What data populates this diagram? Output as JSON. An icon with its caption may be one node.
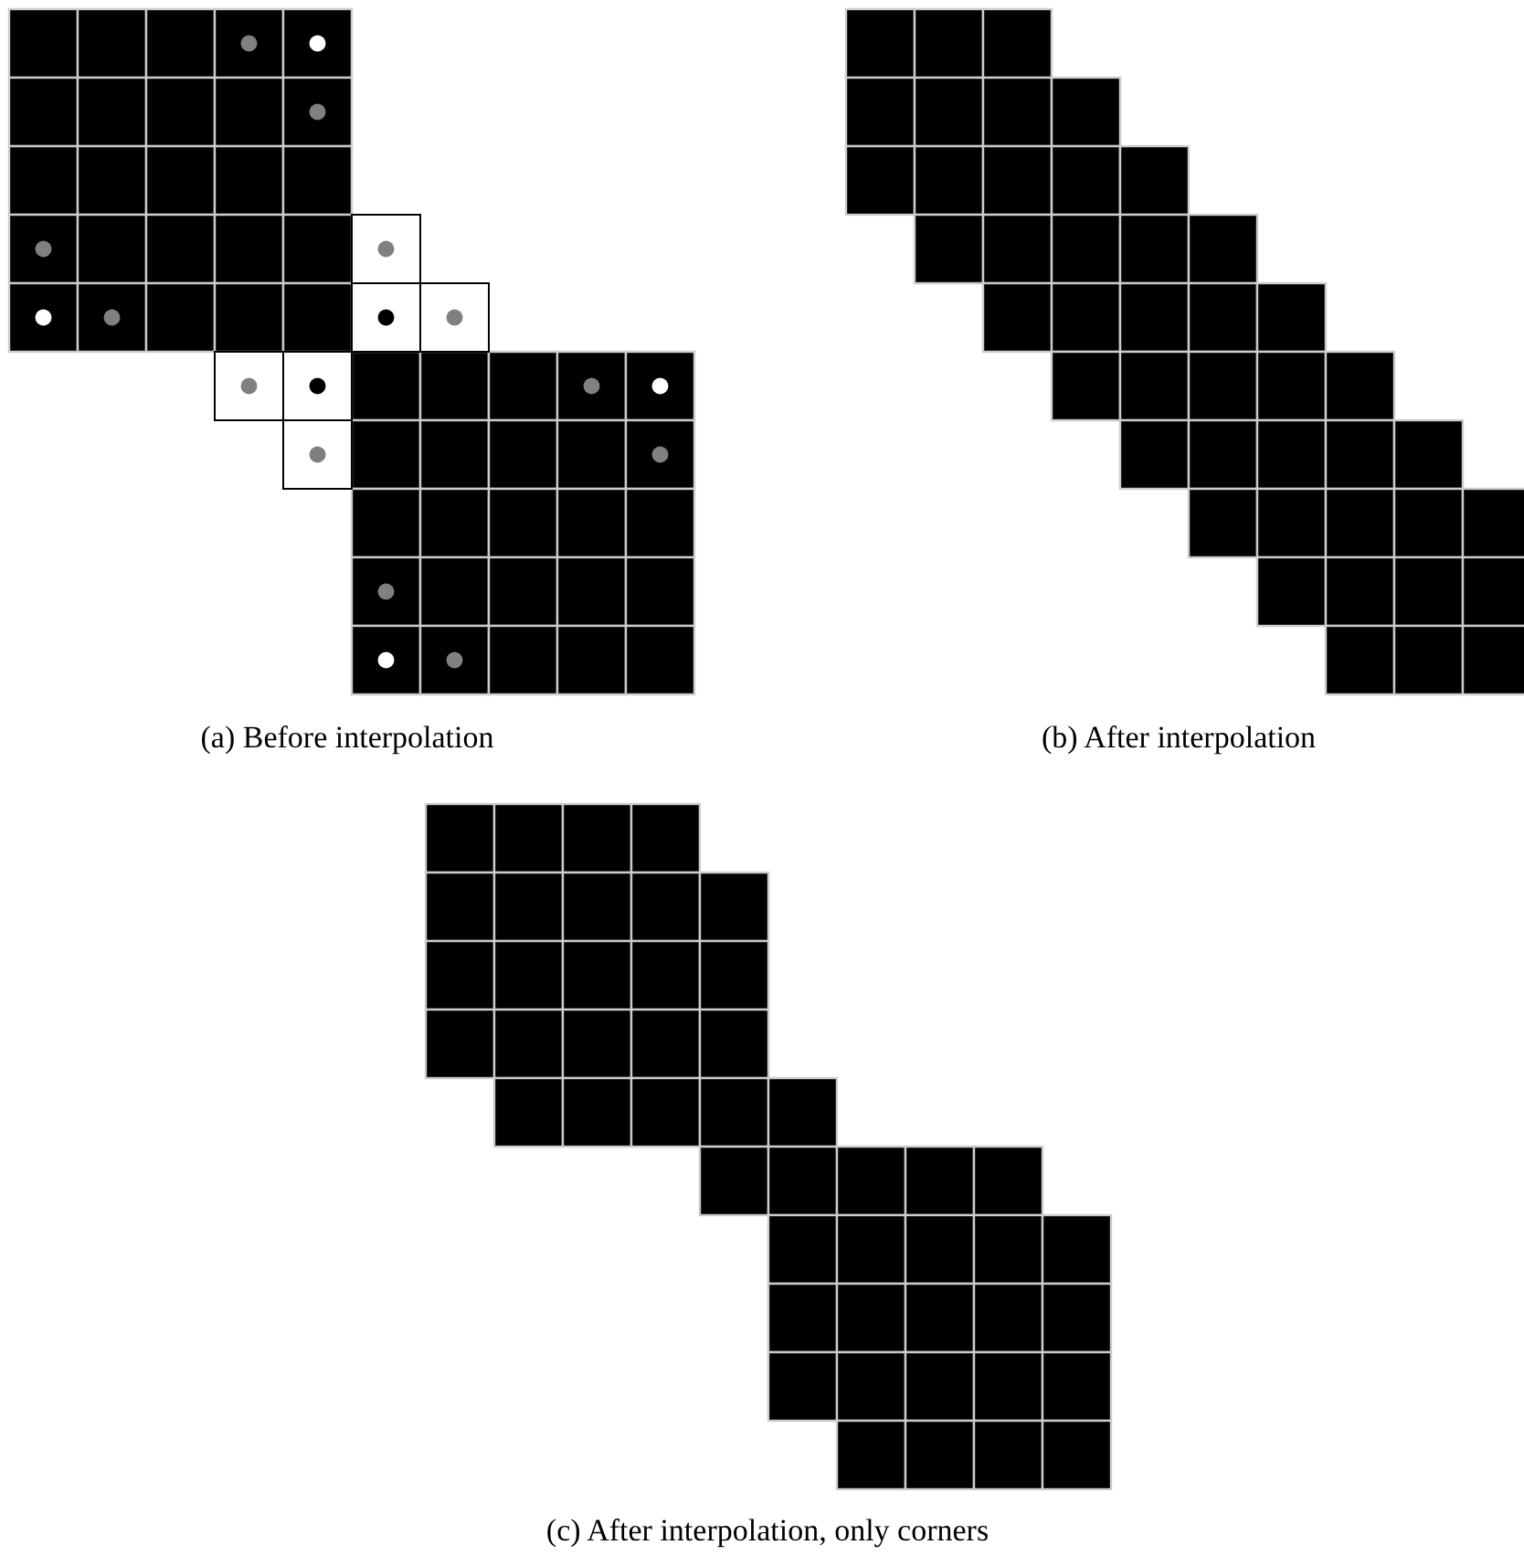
{
  "diagram": {
    "labels": [
      "(a) Before interpolation",
      "(b) After interpolation",
      "(c) After interpolation, only corners"
    ]
  }
}
